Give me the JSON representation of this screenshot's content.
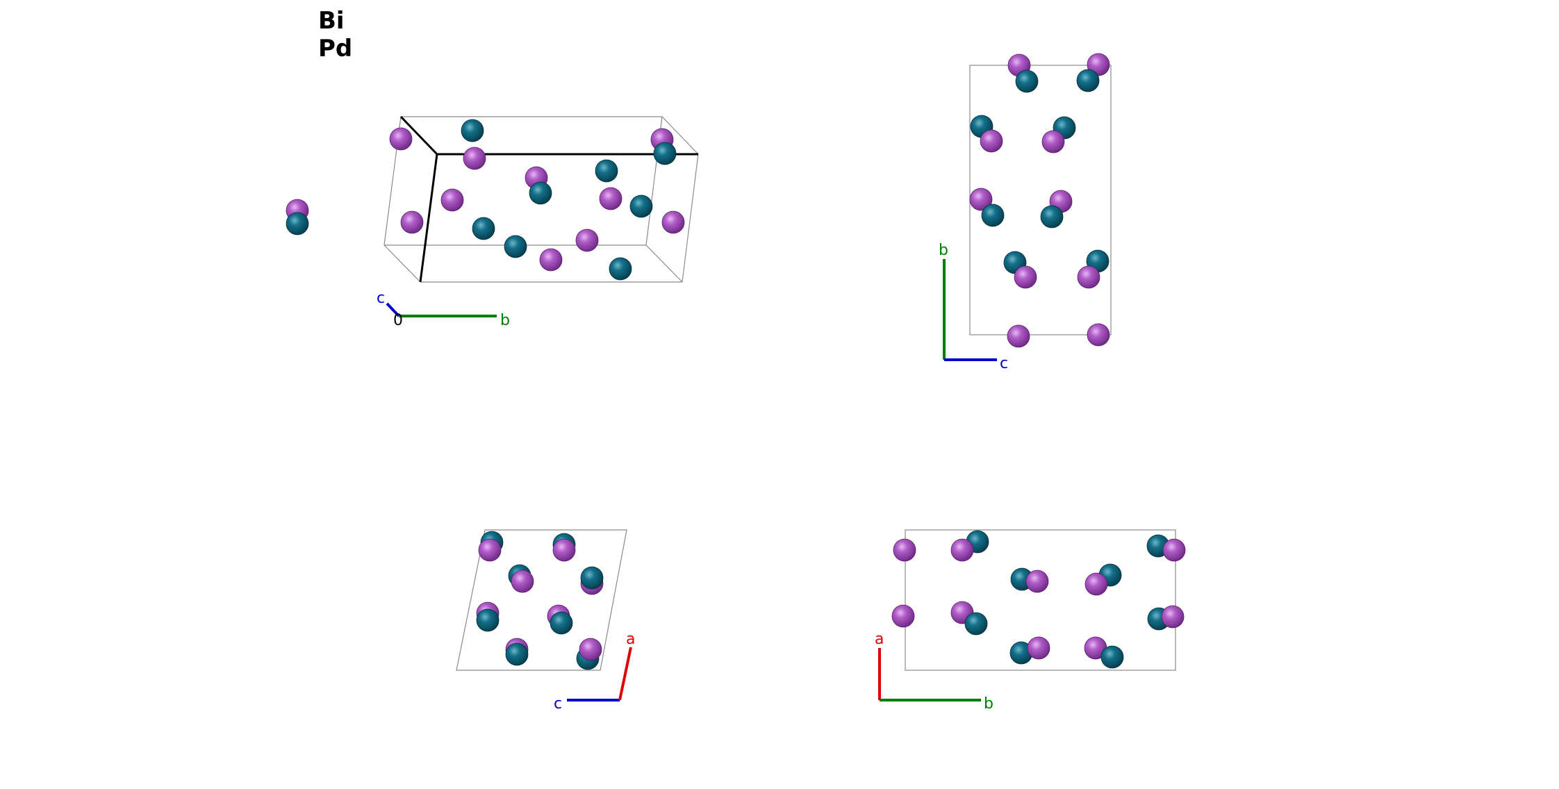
{
  "legend": {
    "items": [
      {
        "label": "Bi",
        "color": "#a64dbf"
      },
      {
        "label": "Pd",
        "color": "#0e6279"
      }
    ]
  },
  "colors": {
    "bi_atom": "#a64dbf",
    "pd_atom": "#0e6279",
    "axis_a": "#e00000",
    "axis_b": "#008000",
    "axis_c": "#0000cc",
    "cell_edge": "#8a8a8a",
    "bold_edge": "#000000"
  },
  "views": {
    "perspective": {
      "axis_labels": {
        "c": "c",
        "origin": "0",
        "b": "b"
      }
    },
    "bc": {
      "axis_labels": {
        "b": "b",
        "c": "c"
      }
    },
    "ac": {
      "axis_labels": {
        "c": "c",
        "a": "a"
      }
    },
    "ab": {
      "axis_labels": {
        "a": "a",
        "b": "b"
      }
    }
  }
}
